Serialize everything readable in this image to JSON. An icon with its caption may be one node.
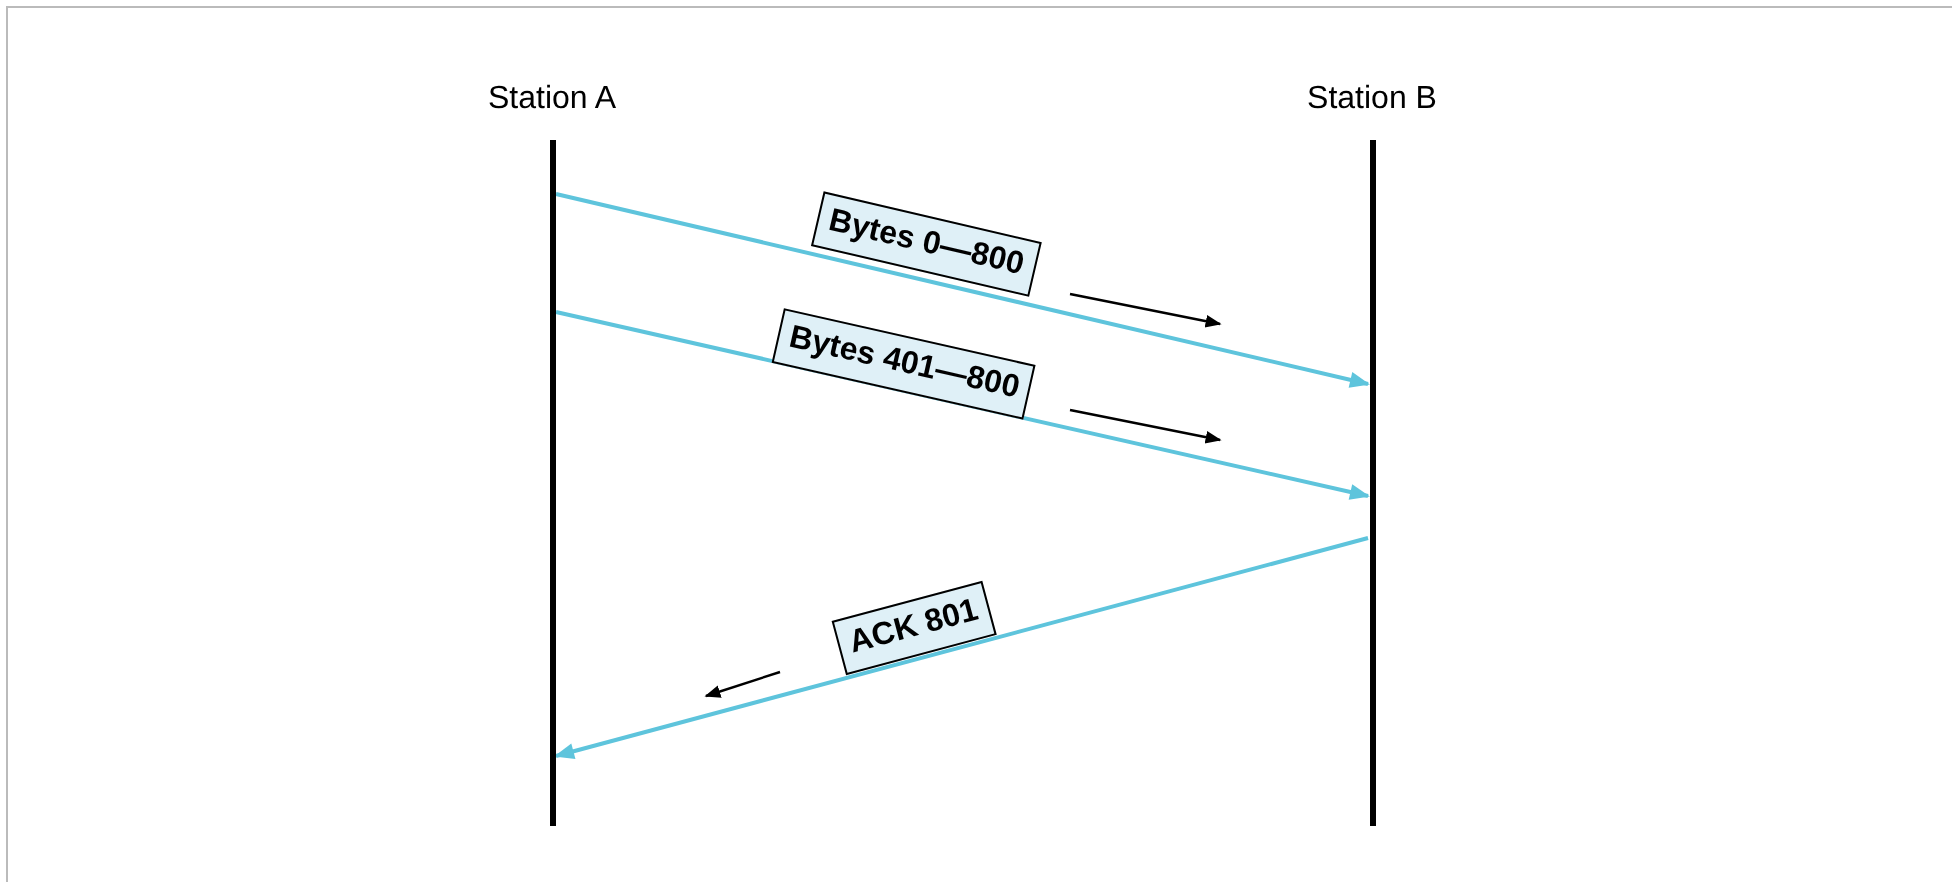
{
  "diagram": {
    "nodes": [
      {
        "text": [],
        "shape": "bar",
        "beside": [
          "Station A"
        ]
      },
      {
        "text": [],
        "shape": "bar",
        "beside": [
          "Station B"
        ]
      }
    ],
    "edges": [
      {
        "from": 0,
        "to": 1,
        "arrow": "to",
        "label": "Bytes 0—800"
      },
      {
        "from": 0,
        "to": 1,
        "arrow": "to",
        "label": "Bytes 401—800"
      },
      {
        "from": 1,
        "to": 0,
        "arrow": "to",
        "label": "ACK 801"
      }
    ]
  }
}
